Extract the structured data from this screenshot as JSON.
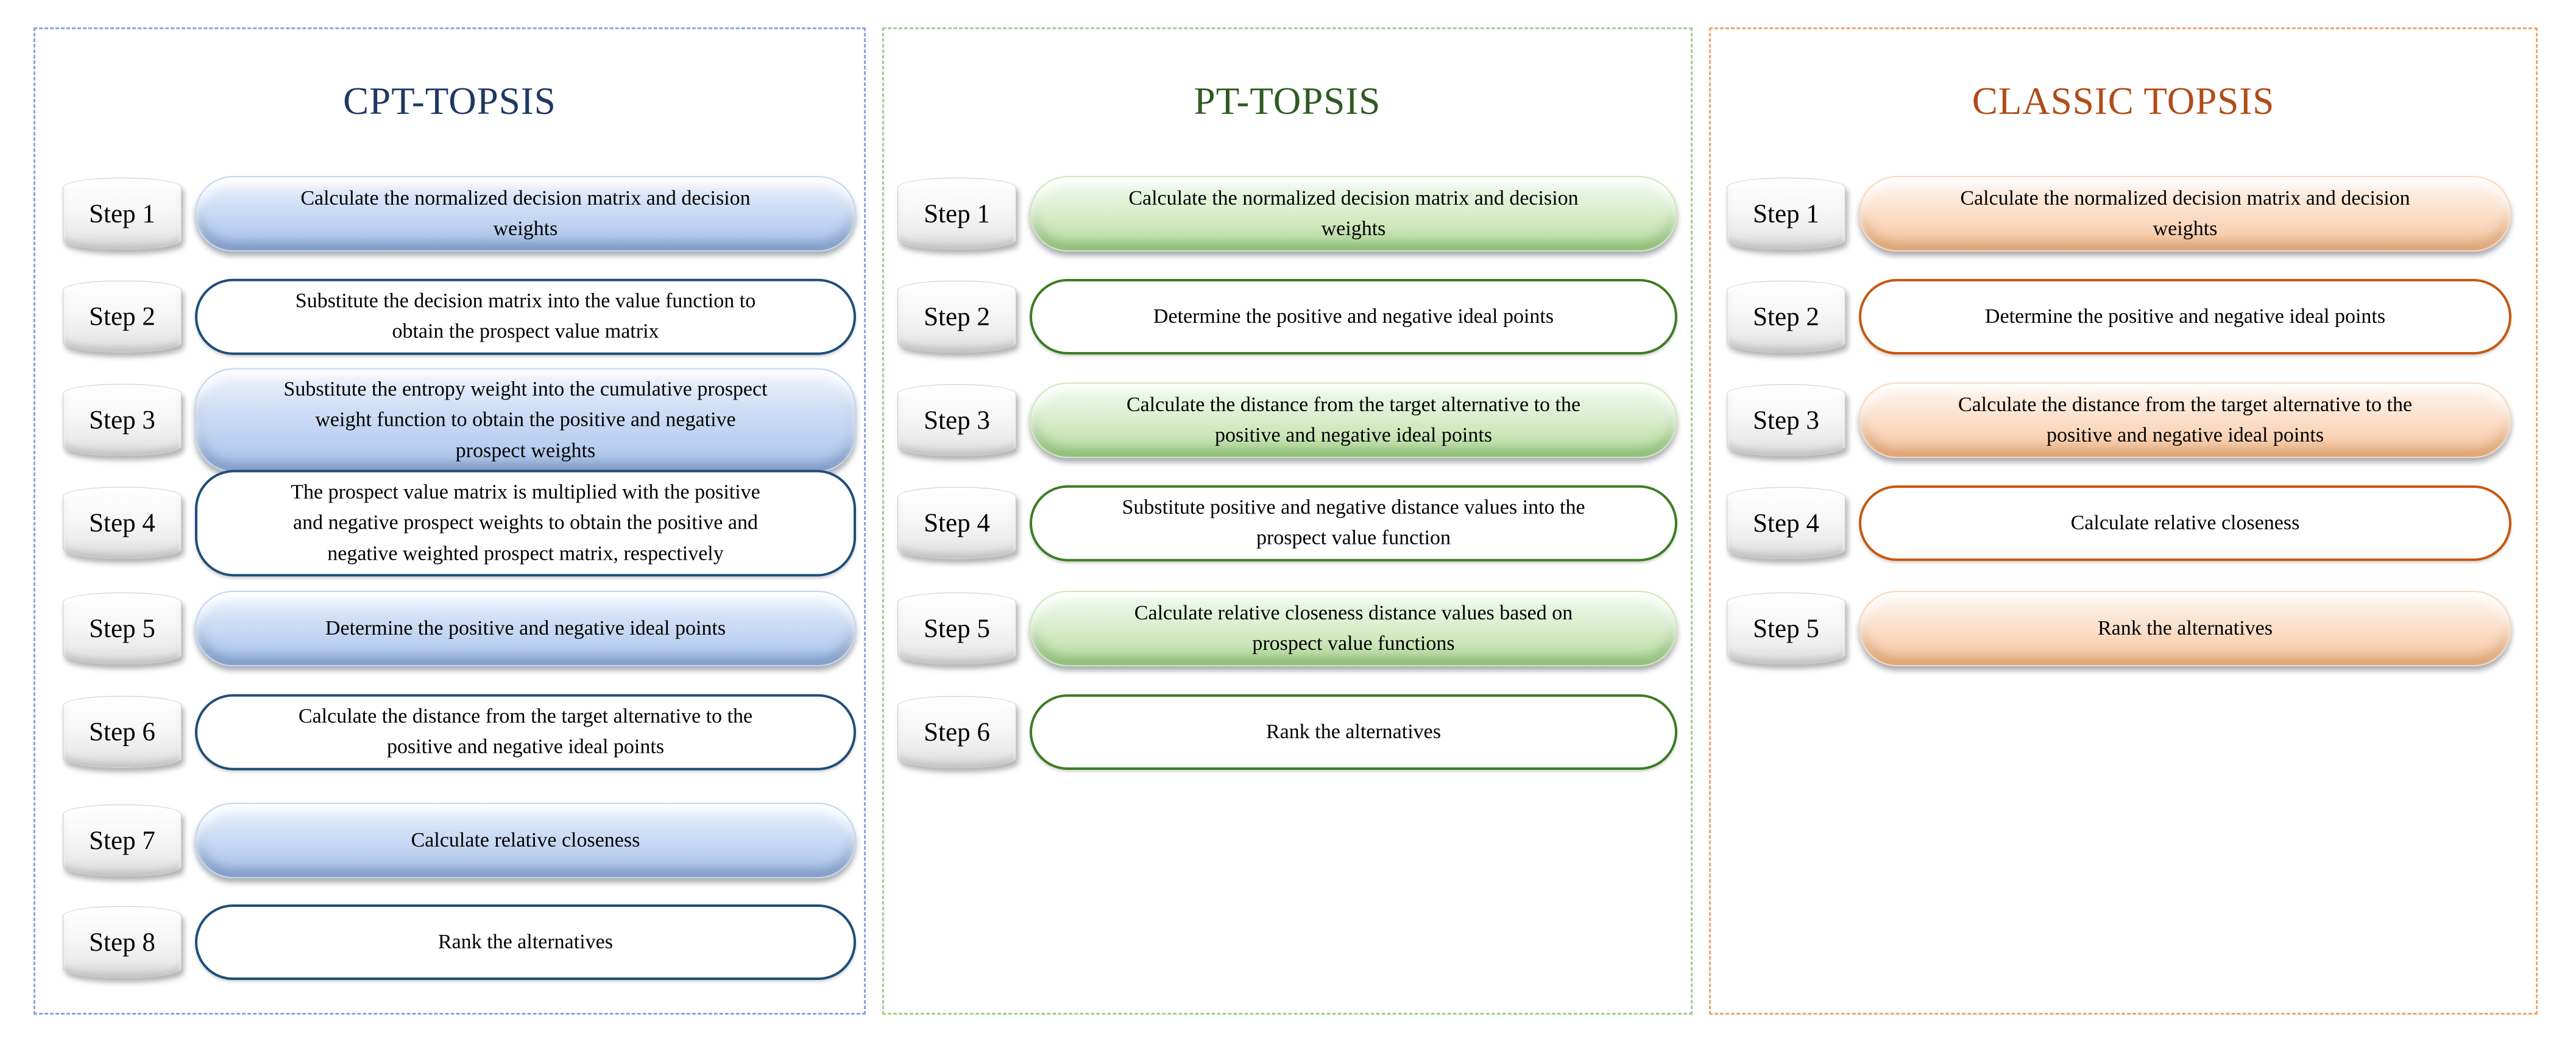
{
  "figure": {
    "background": "#ffffff",
    "columns": [
      {
        "title": "CPT-TOPSIS",
        "title_color": "#1f3864",
        "border_color": "#85a9dd",
        "outline_color": "#1f4e79",
        "fill_top": "#eff5fe",
        "fill_mid": "#cdddf5",
        "fill_bottom": "#a9c3ea",
        "fill_border": "#c4d6f0",
        "rim_color": "#3f5a8a66",
        "steps": [
          {
            "label": "Step 1",
            "text": "Calculate the normalized decision matrix and decision\nweights",
            "filled": true
          },
          {
            "label": "Step 2",
            "text": "Substitute the decision matrix into the value function to\nobtain the prospect value matrix",
            "filled": false
          },
          {
            "label": "Step 3",
            "text": "Substitute the entropy weight into the cumulative prospect\nweight function to obtain the positive and negative\nprospect weights",
            "filled": true
          },
          {
            "label": "Step 4",
            "text": "The prospect value matrix is multiplied with the positive\nand negative prospect weights to obtain the positive and\nnegative weighted prospect matrix, respectively",
            "filled": false
          },
          {
            "label": "Step 5",
            "text": "Determine the positive and negative ideal points",
            "filled": true
          },
          {
            "label": "Step 6",
            "text": "Calculate the distance from the target alternative to the\npositive and negative ideal points",
            "filled": false
          },
          {
            "label": "Step 7",
            "text": "Calculate relative closeness",
            "filled": true
          },
          {
            "label": "Step 8",
            "text": "Rank the alternatives",
            "filled": false
          }
        ]
      },
      {
        "title": "PT-TOPSIS",
        "title_color": "#2f5b22",
        "border_color": "#a3d08c",
        "outline_color": "#3c7d23",
        "fill_top": "#f0faec",
        "fill_mid": "#ddf0d2",
        "fill_bottom": "#b7dc9e",
        "fill_border": "#cfe8bd",
        "rim_color": "#3f7a2a59",
        "steps": [
          {
            "label": "Step 1",
            "text": "Calculate the normalized decision matrix and decision\nweights",
            "filled": true
          },
          {
            "label": "Step 2",
            "text": "Determine the positive and negative ideal points",
            "filled": false
          },
          {
            "label": "Step 3",
            "text": "Calculate the distance from the target alternative to the\npositive and negative ideal points",
            "filled": true
          },
          {
            "label": "Step 4",
            "text": "Substitute positive and negative distance values into the\nprospect value function",
            "filled": false
          },
          {
            "label": "Step 5",
            "text": "Calculate relative closeness distance values based on\nprospect value functions",
            "filled": true
          },
          {
            "label": "Step 6",
            "text": "Rank the alternatives",
            "filled": false
          }
        ]
      },
      {
        "title": "CLASSIC TOPSIS",
        "title_color": "#b04c19",
        "border_color": "#f2a36e",
        "outline_color": "#c6590f",
        "fill_top": "#fef5ee",
        "fill_mid": "#fce3d0",
        "fill_bottom": "#f6c49e",
        "fill_border": "#f7d9bf",
        "rim_color": "#a9611f59",
        "steps": [
          {
            "label": "Step 1",
            "text": "Calculate the normalized decision matrix and decision\nweights",
            "filled": true
          },
          {
            "label": "Step 2",
            "text": "Determine the positive and negative ideal points",
            "filled": false
          },
          {
            "label": "Step 3",
            "text": "Calculate the distance from the target alternative to the\npositive and negative ideal points",
            "filled": true
          },
          {
            "label": "Step 4",
            "text": "Calculate relative closeness",
            "filled": false
          },
          {
            "label": "Step 5",
            "text": "Rank the alternatives",
            "filled": true
          }
        ]
      }
    ]
  }
}
